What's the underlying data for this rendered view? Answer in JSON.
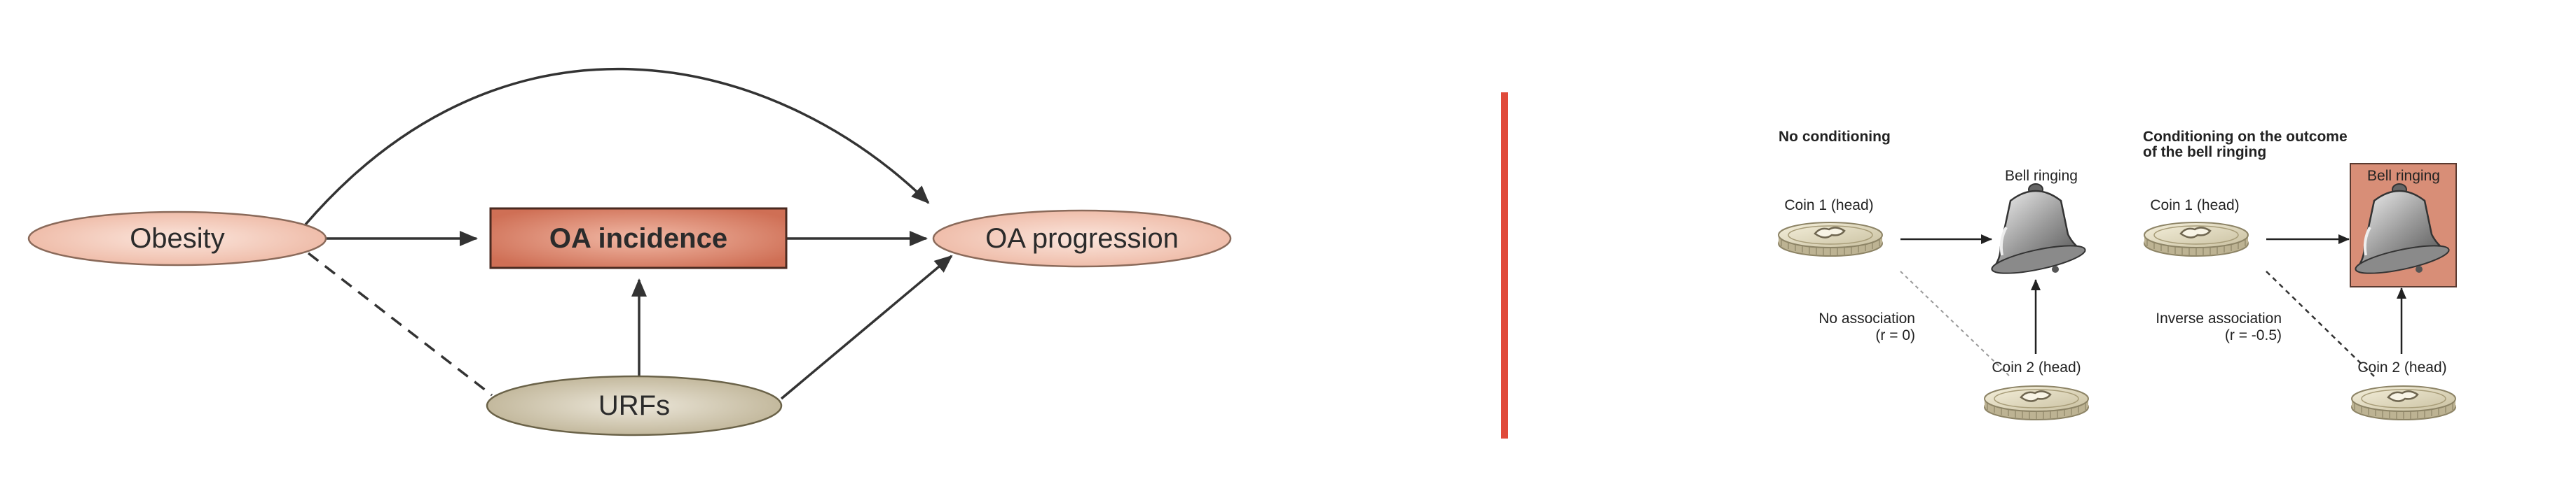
{
  "colors": {
    "oval_pink": "#f2c6b6",
    "box_red": "#d9826a",
    "oval_tan": "#cfc6ad",
    "divider": "#e04a3a",
    "bell_bg": "#d88e77",
    "line": "#333333"
  },
  "left_diagram": {
    "nodes": {
      "obesity": "Obesity",
      "oa_incidence": "OA incidence",
      "oa_progression": "OA progression",
      "urfs": "URFs"
    }
  },
  "right_diagram": {
    "panel_a": {
      "heading": "No conditioning",
      "coin1_label": "Coin 1 (head)",
      "bell_label": "Bell ringing",
      "coin2_label": "Coin 2 (head)",
      "association_label": "No association",
      "r_value": "(r = 0)"
    },
    "panel_b": {
      "heading_line1": "Conditioning on the outcome",
      "heading_line2": "of the bell ringing",
      "coin1_label": "Coin 1 (head)",
      "bell_label": "Bell ringing",
      "coin2_label": "Coin 2 (head)",
      "association_label": "Inverse association",
      "r_value": "(r = -0.5)"
    },
    "icons": [
      "coin-icon",
      "bell-icon"
    ]
  }
}
